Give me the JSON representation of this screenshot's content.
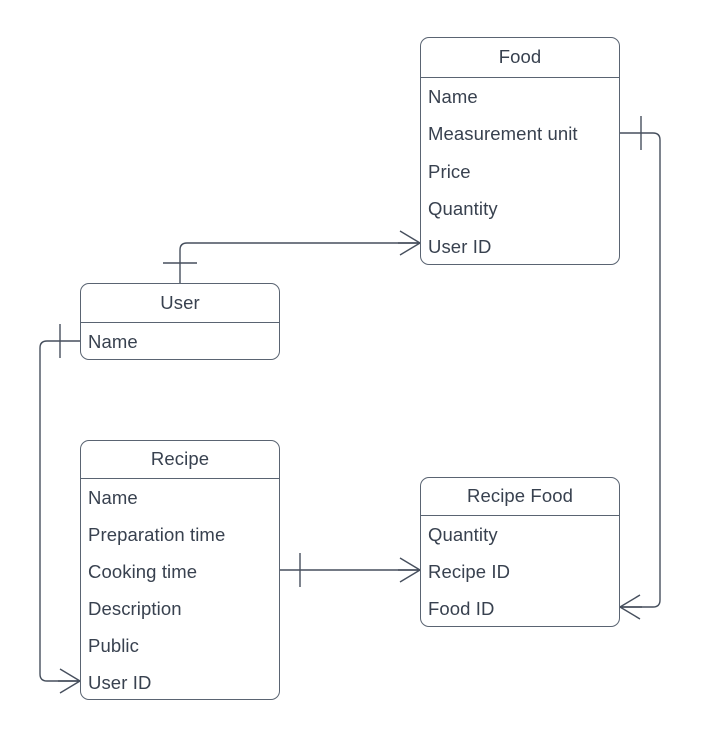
{
  "diagram": {
    "type": "entity-relationship-diagram",
    "background_color": "#ffffff",
    "line_color": "#464f5d",
    "text_color": "#38414f",
    "entities": [
      {
        "id": "food",
        "title": "Food",
        "attributes": [
          "Name",
          "Measurement unit",
          "Price",
          "Quantity",
          "User ID"
        ]
      },
      {
        "id": "user",
        "title": "User",
        "attributes": [
          "Name"
        ]
      },
      {
        "id": "recipe",
        "title": "Recipe",
        "attributes": [
          "Name",
          "Preparation time",
          "Cooking time",
          "Description",
          "Public",
          "User ID"
        ]
      },
      {
        "id": "recipe_food",
        "title": "Recipe Food",
        "attributes": [
          "Quantity",
          "Recipe ID",
          "Food ID"
        ]
      }
    ],
    "relationships": [
      {
        "id": "user-food",
        "from": "user",
        "to": "food",
        "from_cardinality": "one",
        "to_cardinality": "many",
        "label": ""
      },
      {
        "id": "user-recipe",
        "from": "user",
        "to": "recipe",
        "from_cardinality": "one",
        "to_cardinality": "many",
        "label": ""
      },
      {
        "id": "recipe-recipefood",
        "from": "recipe",
        "to": "recipe_food",
        "from_cardinality": "one",
        "to_cardinality": "many",
        "label": ""
      },
      {
        "id": "food-recipefood",
        "from": "food",
        "to": "recipe_food",
        "from_cardinality": "one",
        "to_cardinality": "many",
        "label": ""
      }
    ]
  }
}
